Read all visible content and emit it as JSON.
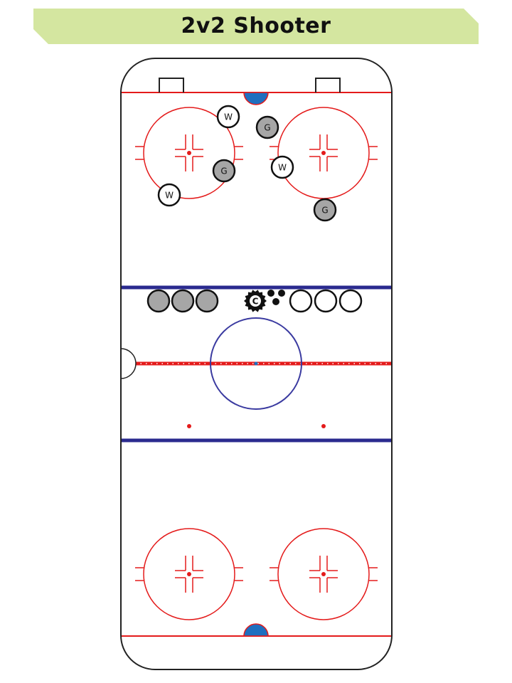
{
  "title": "2v2 Shooter",
  "colors": {
    "banner": "#d4e6a0",
    "board": "#222222",
    "red_line": "#e41b1b",
    "blue_line": "#2a2a8f",
    "crease": "#1f6fbf",
    "center_circle": "#3a3aa0",
    "player_white": "#ffffff",
    "player_grey": "#a6a6a6",
    "coach": "#111111"
  },
  "players": {
    "w_label": "W",
    "g_label": "G",
    "coach_label": "C"
  },
  "queues": {
    "left_count": 3,
    "left_fill": "grey",
    "right_count": 3,
    "right_fill": "white",
    "pucks_count": 3
  },
  "icons": {
    "player": "circle-marker",
    "coach": "spiky-circle-marker",
    "puck": "filled-dot"
  }
}
